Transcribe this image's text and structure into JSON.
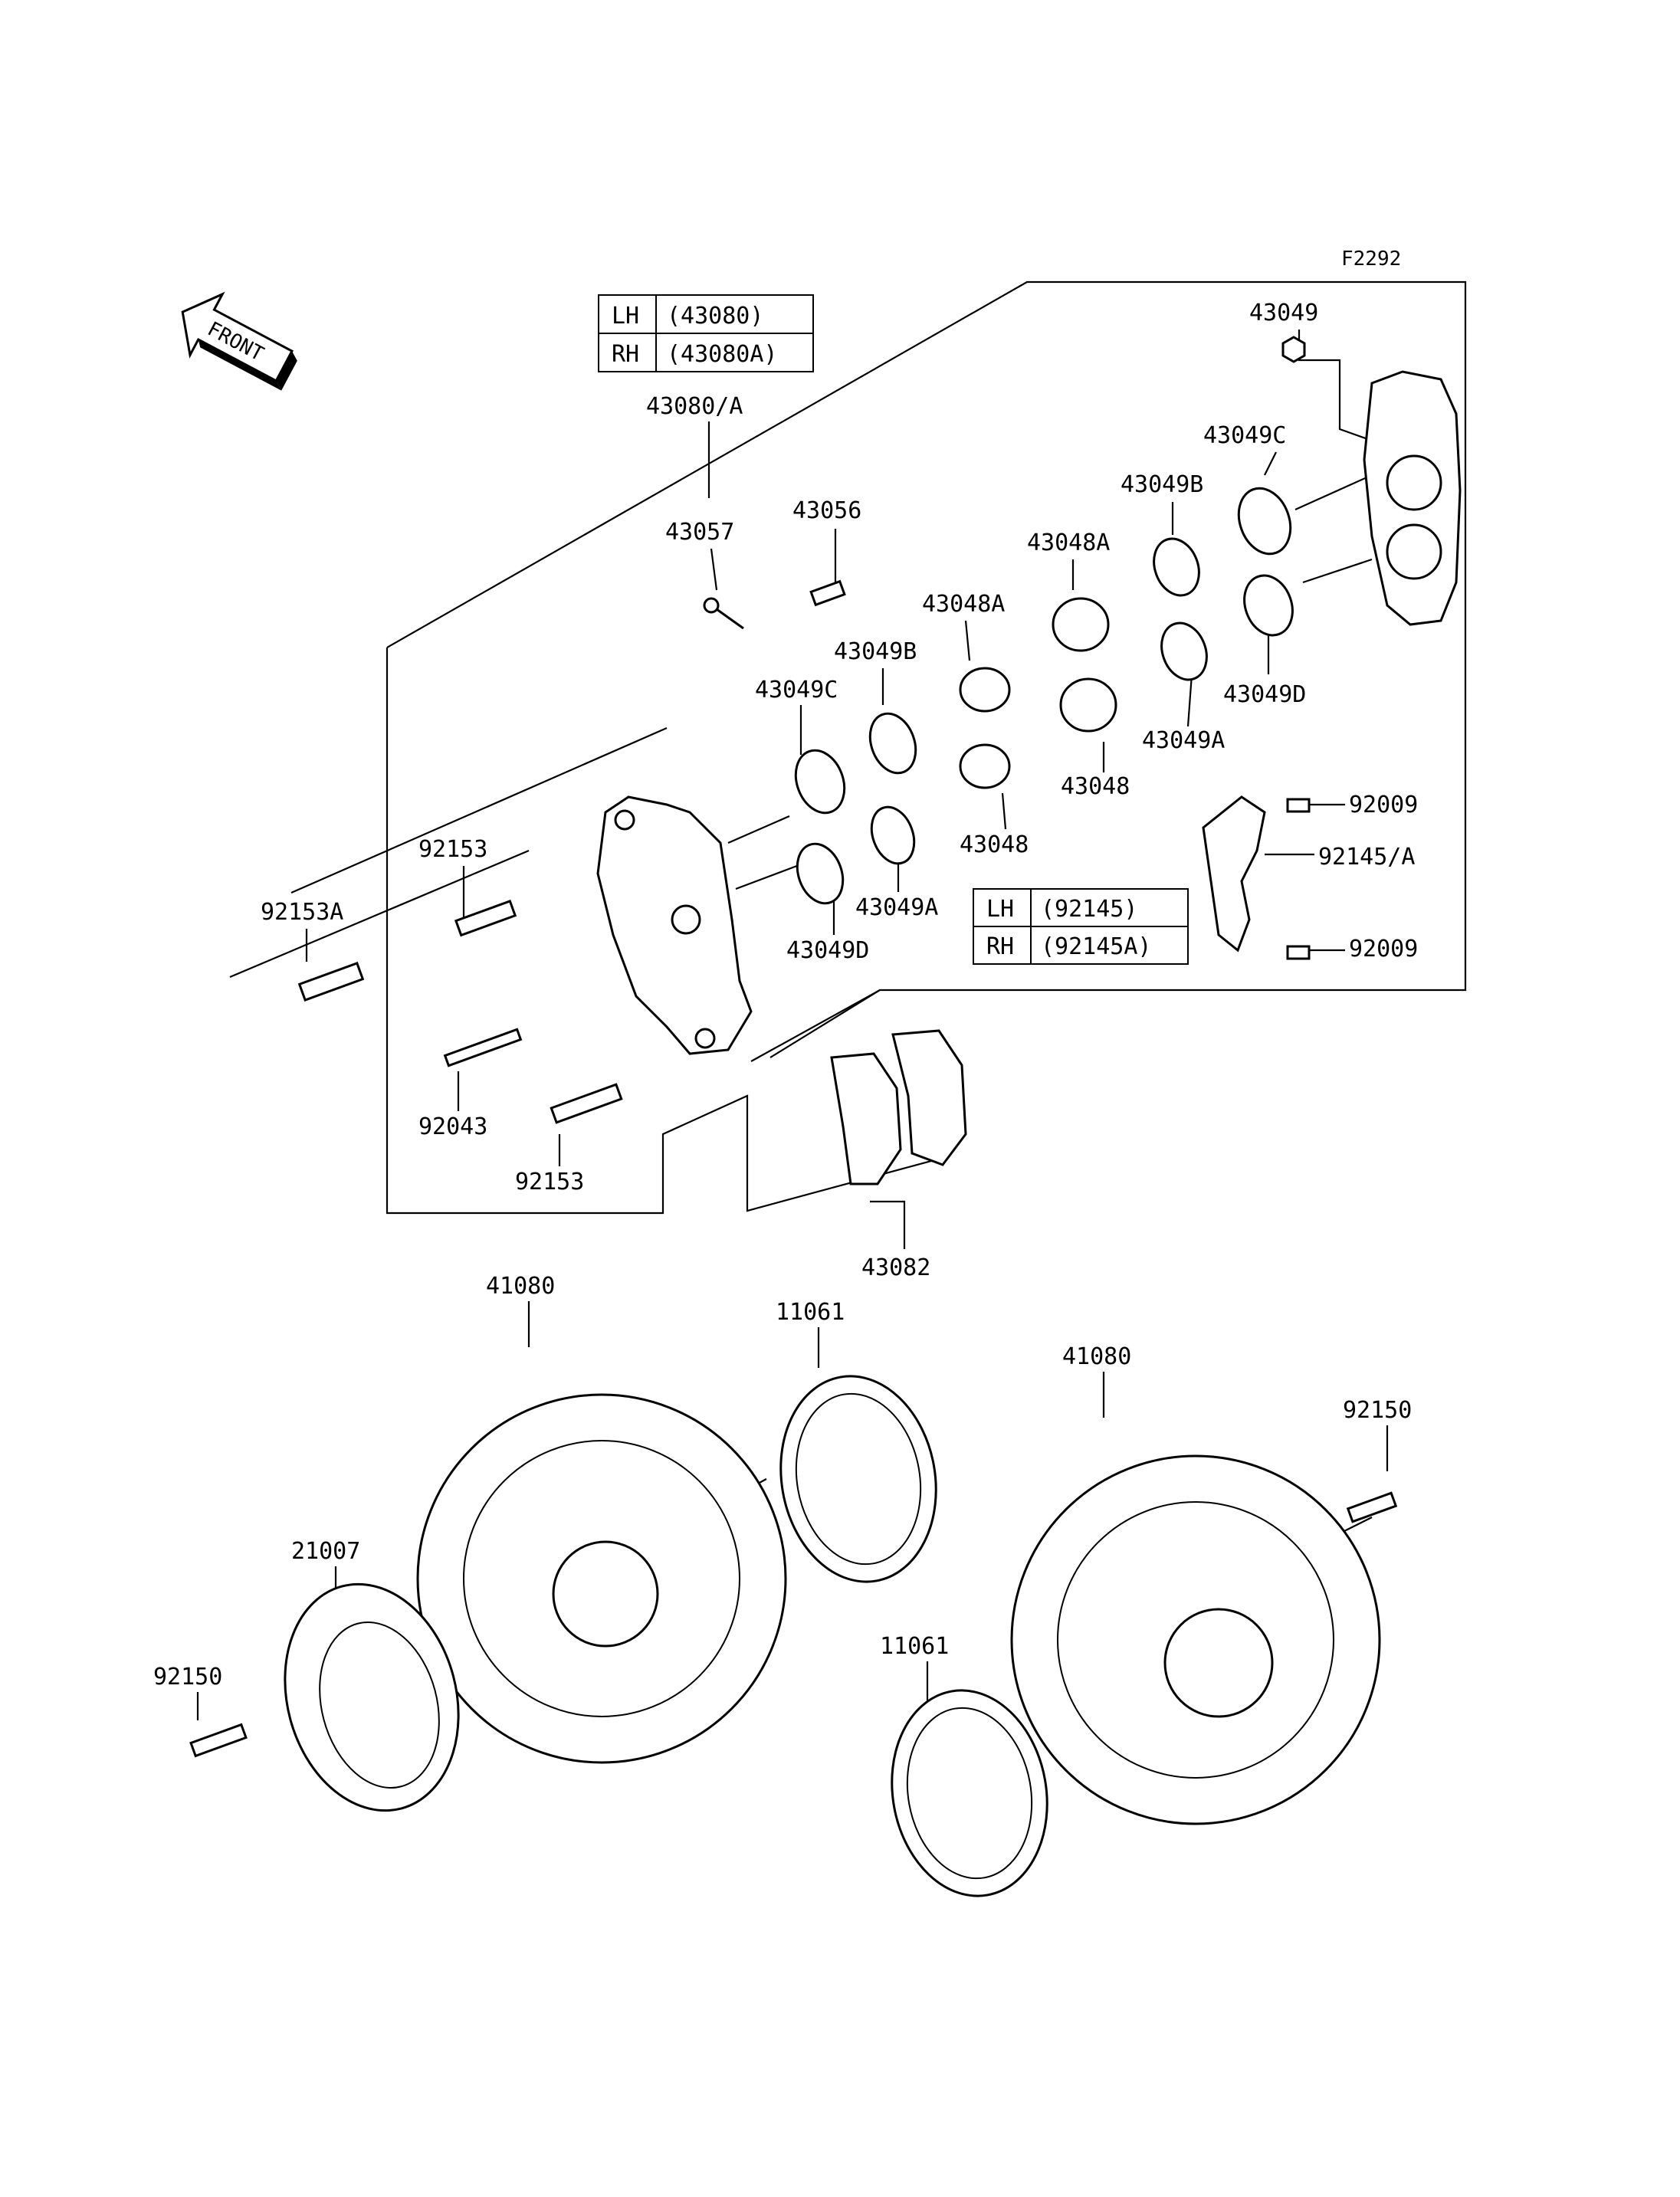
{
  "diagram_code": "F2292",
  "front_label": "FRONT",
  "caliper_table": [
    {
      "side": "LH",
      "code": "(43080)"
    },
    {
      "side": "RH",
      "code": "(43080A)"
    }
  ],
  "bracket_table": [
    {
      "side": "LH",
      "code": "(92145)"
    },
    {
      "side": "RH",
      "code": "(92145A)"
    }
  ],
  "labels": {
    "caliper_assy": "43080/A",
    "cap_43049": "43049",
    "seal_43049C_r": "43049C",
    "seal_43049B_r": "43049B",
    "piston_43048A_r": "43048A",
    "bleed_43056": "43056",
    "pin_43057": "43057",
    "piston_43048A_l": "43048A",
    "seal_43049B_l": "43049B",
    "seal_43049C_l": "43049C",
    "seal_43049D_r": "43049D",
    "seal_43049A_r": "43049A",
    "piston_43048_r": "43048",
    "piston_43048_l": "43048",
    "bolt_92009_top": "92009",
    "bracket_92145": "92145/A",
    "bolt_92009_bot": "92009",
    "seal_43049A_l": "43049A",
    "seal_43049D_l": "43049D",
    "bolt_92153": "92153",
    "bolt_92153A": "92153A",
    "plug_92043": "92043",
    "bolt_92153_b": "92153",
    "pads_43082": "43082",
    "disc_41080_l": "41080",
    "shim_11061_top": "11061",
    "disc_41080_r": "41080",
    "bolt_92150_r": "92150",
    "rotor_21007": "21007",
    "bolt_92150_l": "92150",
    "shim_11061_bot": "11061"
  }
}
